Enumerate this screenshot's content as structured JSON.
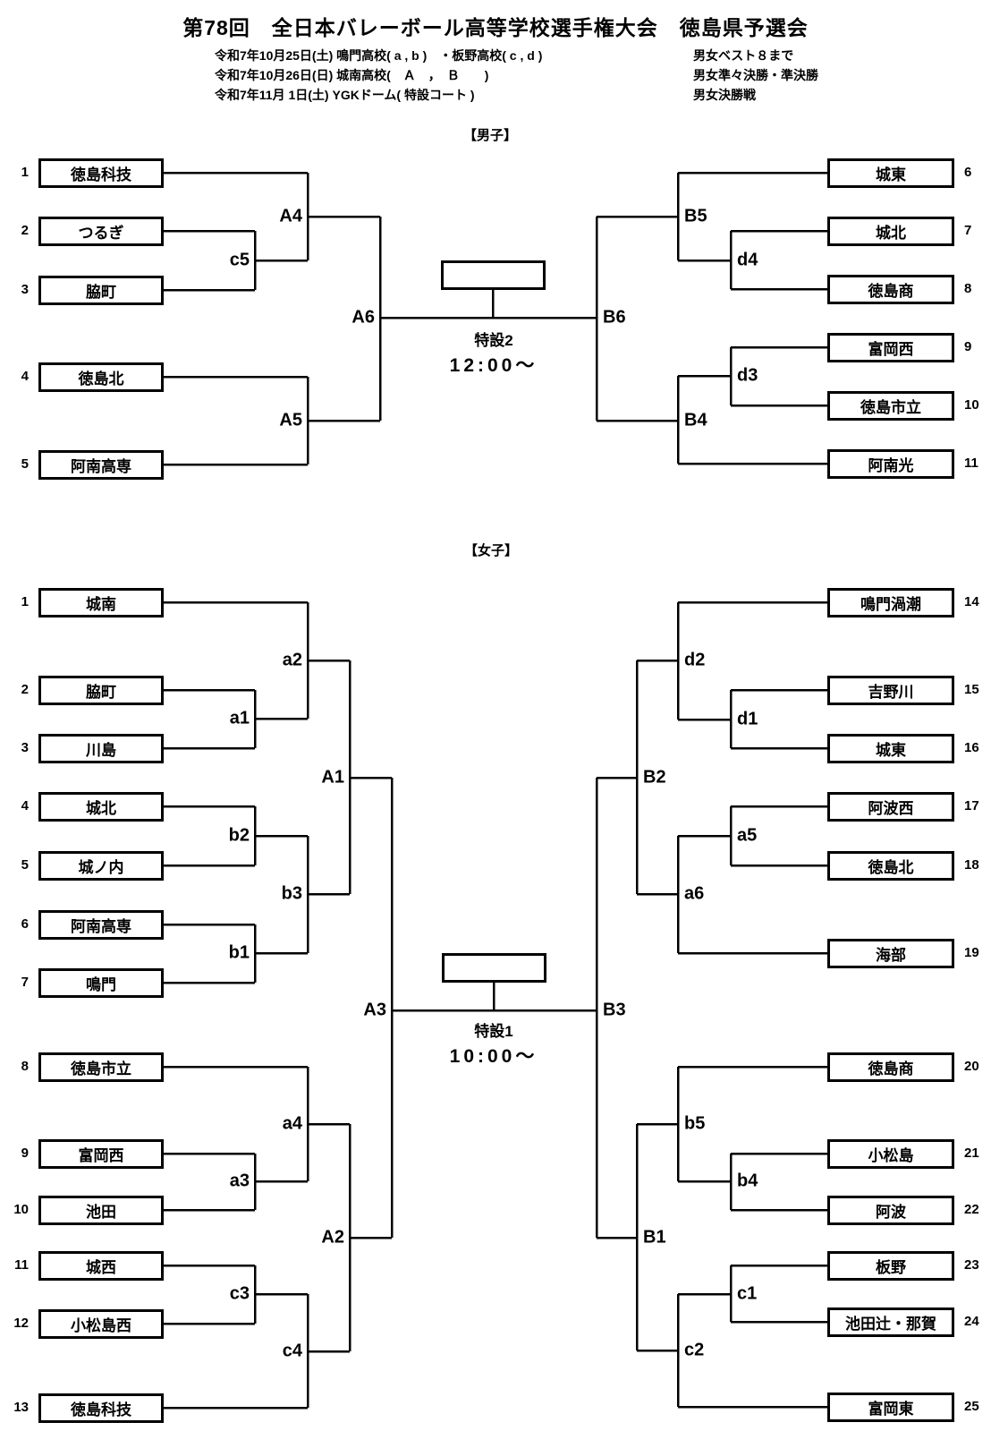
{
  "header": {
    "title": "第78回　全日本バレーボール高等学校選手権大会　徳島県予選会",
    "schedule": [
      {
        "date_venue": "令和7年10月25日(土) 鳴門高校( a , b )　・板野高校( c , d )",
        "note": "男女ベスト８まで"
      },
      {
        "date_venue": "令和7年10月26日(日) 城南高校(　Ａ　，　Ｂ　　)",
        "note": "男女準々決勝・準決勝"
      },
      {
        "date_venue": "令和7年11月 1日(土) YGKドーム( 特設コート )",
        "note": "男女決勝戦"
      }
    ]
  },
  "men": {
    "section_label": "【男子】",
    "court_label": "特設2",
    "start_time": "12:00～",
    "teams": [
      {
        "seed": "1",
        "name": "徳島科技"
      },
      {
        "seed": "2",
        "name": "つるぎ"
      },
      {
        "seed": "3",
        "name": "脇町"
      },
      {
        "seed": "4",
        "name": "徳島北"
      },
      {
        "seed": "5",
        "name": "阿南高専"
      },
      {
        "seed": "6",
        "name": "城東"
      },
      {
        "seed": "7",
        "name": "城北"
      },
      {
        "seed": "8",
        "name": "徳島商"
      },
      {
        "seed": "9",
        "name": "富岡西"
      },
      {
        "seed": "10",
        "name": "徳島市立"
      },
      {
        "seed": "11",
        "name": "阿南光"
      }
    ],
    "match_labels": {
      "A4": "A4",
      "c5": "c5",
      "A6": "A6",
      "A5": "A5",
      "B5": "B5",
      "d4": "d4",
      "B6": "B6",
      "d3": "d3",
      "B4": "B4"
    }
  },
  "women": {
    "section_label": "【女子】",
    "court_label": "特設1",
    "start_time": "10:00～",
    "teams": [
      {
        "seed": "1",
        "name": "城南"
      },
      {
        "seed": "2",
        "name": "脇町"
      },
      {
        "seed": "3",
        "name": "川島"
      },
      {
        "seed": "4",
        "name": "城北"
      },
      {
        "seed": "5",
        "name": "城ノ内"
      },
      {
        "seed": "6",
        "name": "阿南高専"
      },
      {
        "seed": "7",
        "name": "鳴門"
      },
      {
        "seed": "8",
        "name": "徳島市立"
      },
      {
        "seed": "9",
        "name": "富岡西"
      },
      {
        "seed": "10",
        "name": "池田"
      },
      {
        "seed": "11",
        "name": "城西"
      },
      {
        "seed": "12",
        "name": "小松島西"
      },
      {
        "seed": "13",
        "name": "徳島科技"
      },
      {
        "seed": "14",
        "name": "鳴門渦潮"
      },
      {
        "seed": "15",
        "name": "吉野川"
      },
      {
        "seed": "16",
        "name": "城東"
      },
      {
        "seed": "17",
        "name": "阿波西"
      },
      {
        "seed": "18",
        "name": "徳島北"
      },
      {
        "seed": "19",
        "name": "海部"
      },
      {
        "seed": "20",
        "name": "徳島商"
      },
      {
        "seed": "21",
        "name": "小松島"
      },
      {
        "seed": "22",
        "name": "阿波"
      },
      {
        "seed": "23",
        "name": "板野"
      },
      {
        "seed": "24",
        "name": "池田辻・那賀"
      },
      {
        "seed": "25",
        "name": "富岡東"
      }
    ],
    "match_labels": {
      "a2": "a2",
      "a1": "a1",
      "A1": "A1",
      "b2": "b2",
      "b3": "b3",
      "b1": "b1",
      "A3": "A3",
      "a4": "a4",
      "a3": "a3",
      "A2": "A2",
      "c3": "c3",
      "c4": "c4",
      "d2": "d2",
      "d1": "d1",
      "B2": "B2",
      "a5": "a5",
      "a6": "a6",
      "B3": "B3",
      "b5": "b5",
      "b4": "b4",
      "B1": "B1",
      "c1": "c1",
      "c2": "c2"
    }
  }
}
